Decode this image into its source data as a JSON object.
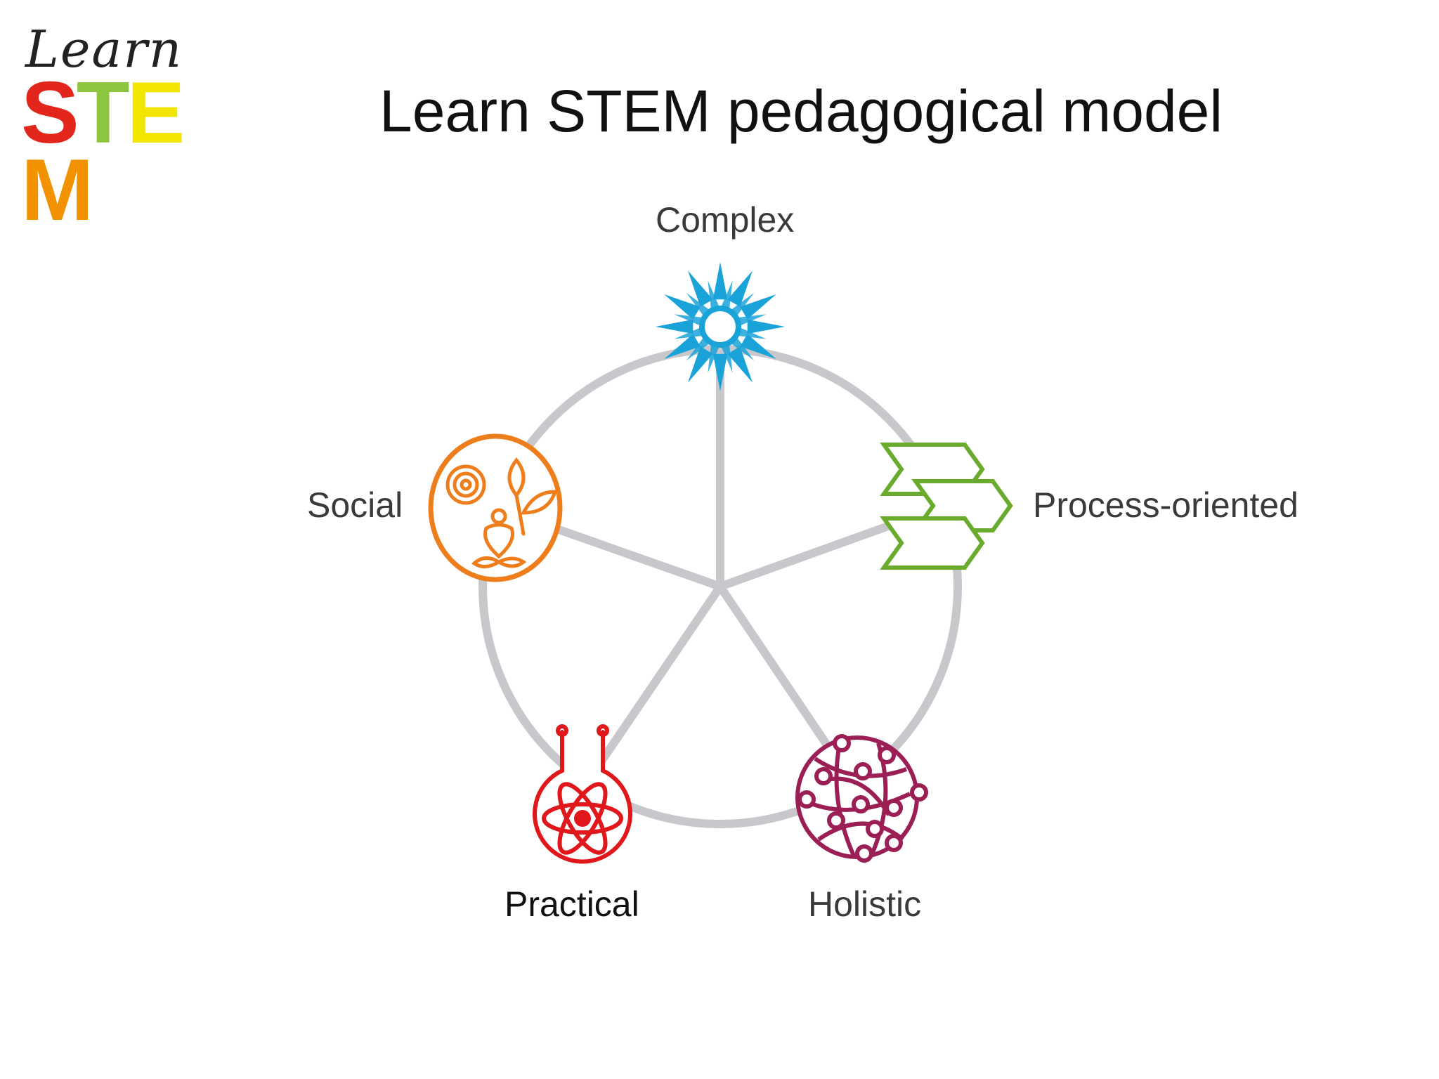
{
  "logo": {
    "learn": "Learn",
    "stem_letters": [
      {
        "char": "S",
        "color": "#e2261c"
      },
      {
        "char": "T",
        "color": "#8cc63f"
      },
      {
        "char": "E",
        "color": "#f2e600"
      },
      {
        "char": "M",
        "color": "#f39200"
      }
    ]
  },
  "title": "Learn STEM pedagogical model",
  "nodes": {
    "complex": {
      "label": "Complex",
      "color": "#1aa3d9",
      "icon": "mandala-icon"
    },
    "process": {
      "label": "Process-oriented",
      "color": "#6aab2e",
      "icon": "chevron-arrows-icon"
    },
    "holistic": {
      "label": "Holistic",
      "color": "#9b1f55",
      "icon": "network-globe-icon"
    },
    "practical": {
      "label": "Practical",
      "color": "#e0171b",
      "icon": "atom-flask-icon"
    },
    "social": {
      "label": "Social",
      "color": "#ee7e1c",
      "icon": "wellbeing-circle-icon"
    }
  },
  "colors": {
    "connector": "#c8c8cc"
  }
}
